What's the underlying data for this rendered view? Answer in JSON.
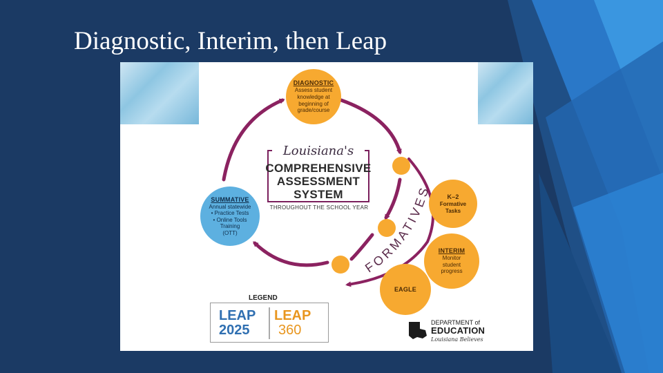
{
  "slide": {
    "title": "Diagnostic, Interim, then Leap"
  },
  "diagram": {
    "center": {
      "script_title": "Louisiana's",
      "line1": "COMPREHENSIVE",
      "line2": "ASSESSMENT",
      "line3": "SYSTEM",
      "subtitle": "THROUGHOUT THE SCHOOL YEAR"
    },
    "diagnostic": {
      "title": "DIAGNOSTIC",
      "lines": [
        "Assess student",
        "knowledge at",
        "beginning of",
        "grade/course"
      ]
    },
    "summative": {
      "title": "SUMMATIVE",
      "lines": [
        "Annual statewide",
        "• Practice Tests",
        "• Online Tools",
        "Training",
        "(OTT)"
      ]
    },
    "k2": {
      "title": "K–2",
      "lines": [
        "Formative",
        "Tasks"
      ]
    },
    "interim": {
      "title": "INTERIM",
      "lines": [
        "Monitor",
        "student",
        "progress"
      ]
    },
    "eagle": {
      "title": "EAGLE"
    },
    "formatives_label": "FORMATIVES",
    "legend": {
      "label": "LEGEND",
      "leap2025_top": "LEAP",
      "leap2025_bottom": "2025",
      "leap360_top": "LEAP",
      "leap360_bottom": "360"
    },
    "doe": {
      "line1": "DEPARTMENT of",
      "line2": "EDUCATION",
      "line3": "Louisiana Believes"
    },
    "colors": {
      "orange": "#f7a930",
      "blue": "#5db0e0",
      "arrow": "#8b2260",
      "leap2025": "#2f6fb1",
      "leap360": "#e8961f"
    }
  }
}
